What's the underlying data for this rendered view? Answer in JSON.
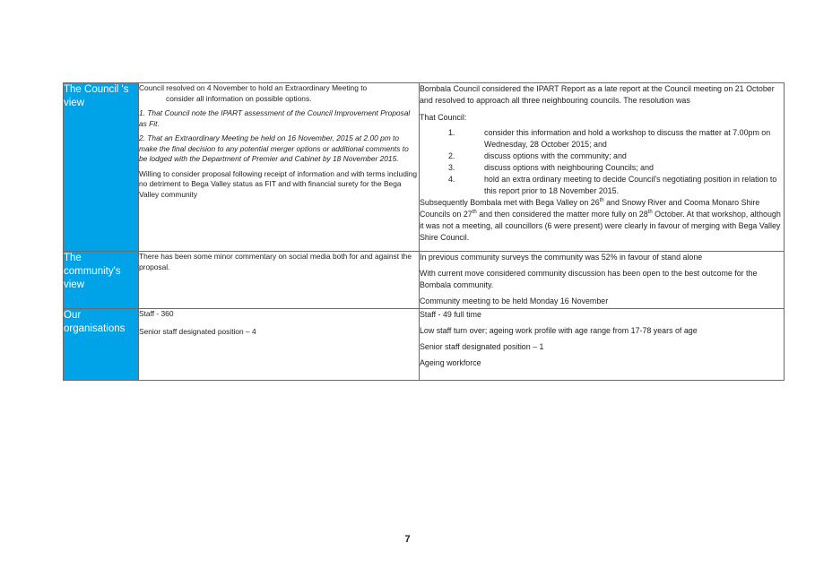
{
  "rows": [
    {
      "heading": "The Council 's view",
      "left": {
        "p1": "Council resolved on 4 November to hold an Extraordinary Meeting to",
        "p1b": "consider all information on possible options.",
        "p2": "1. That Council note the IPART assessment of the Council Improvement Proposal as Fit.",
        "p3": "2. That an Extraordinary Meeting be held on 16 November, 2015 at 2.00 pm to make the final decision to any potential merger options or additional comments to be lodged with the Department of Premier and Cabinet by 18 November 2015.",
        "p4": "Willing to consider proposal  following receipt of information and with terms including no detriment to Bega Valley status as FIT and with financial surety for the Bega Valley community"
      },
      "right": {
        "intro": "Bombala Council considered the IPART Report as a late report at the Council meeting on 21 October and resolved to approach all three neighbouring councils.  The resolution was",
        "that": "That Council:",
        "items": [
          {
            "num": "1.",
            "text": "consider this information and hold a workshop to discuss the matter at 7.00pm on Wednesday, 28 October 2015; and"
          },
          {
            "num": "2.",
            "text": "discuss options with the community; and"
          },
          {
            "num": "3.",
            "text": "discuss options with neighbouring Councils; and"
          },
          {
            "num": "4.",
            "text": "hold an extra ordinary meeting to decide Council's negotiating position in relation to this report prior to 18 November 2015."
          }
        ],
        "sub_a": "Subsequently Bombala met with Bega Valley on 26",
        "sup_th": "th",
        "sub_b": " and Snowy River and Cooma Monaro Shire Councils on 27",
        "sub_c": " and then considered the matter more fully on 28",
        "sub_d": " October.  At that workshop, although it was not a meeting, all councillors (6 were present) were clearly in favour of merging with Bega Valley Shire Council."
      }
    },
    {
      "heading": "The community's view",
      "left": {
        "p1": "There has been some minor commentary on social media both for and against the proposal."
      },
      "right": {
        "p1": "In previous community surveys the community was 52% in favour of stand alone",
        "p2": "With current move considered community discussion has been open to the best outcome for the Bombala community.",
        "p3": "Community meeting to be held Monday 16 November"
      }
    },
    {
      "heading": "Our organisations",
      "left": {
        "p1": "Staff  - 360",
        "p2": "Senior staff designated position – 4"
      },
      "right": {
        "p1": "Staff  - 49 full time",
        "p2": "Low staff turn over; ageing work profile with age range from 17-78 years of age",
        "p3": "Senior staff designated position – 1",
        "p4": "Ageing workforce"
      }
    }
  ],
  "page_number": "7",
  "colors": {
    "heading_bg": "#00a2e8",
    "heading_text": "#ffffff",
    "border": "#6a6a6a"
  }
}
